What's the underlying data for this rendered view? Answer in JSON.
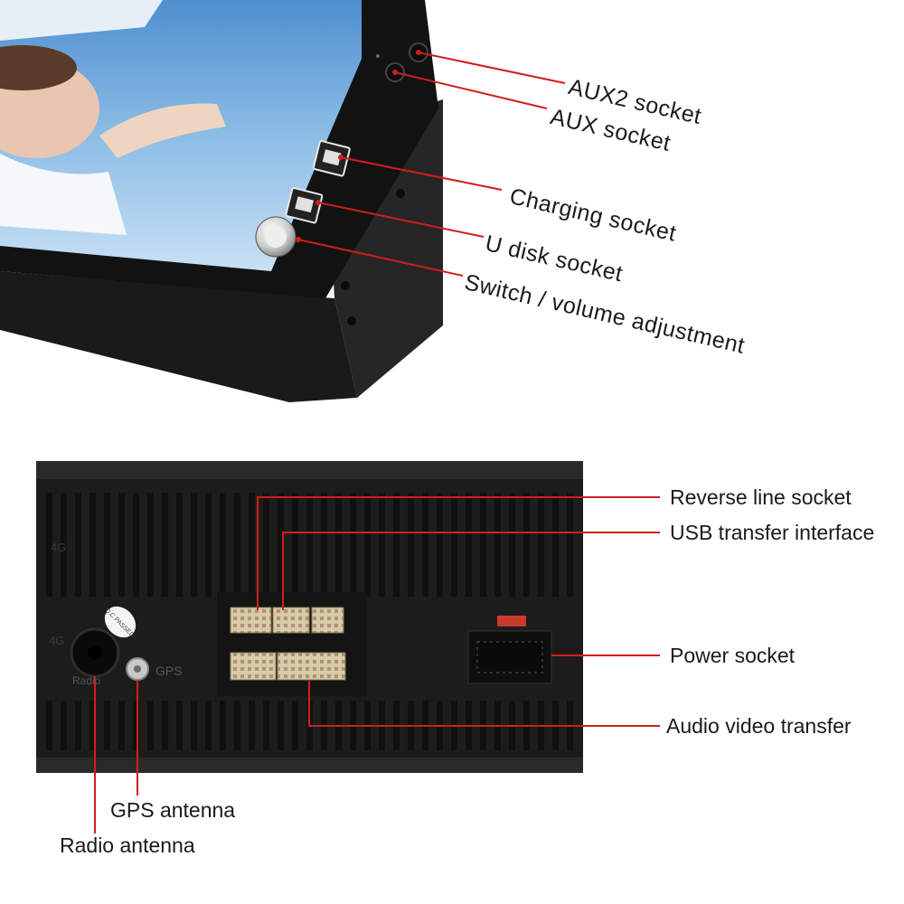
{
  "front_labels": {
    "aux2": "AUX2 socket",
    "aux": "AUX socket",
    "charging": "Charging socket",
    "udisk": "U disk socket",
    "switch": "Switch / volume adjustment"
  },
  "rear_labels": {
    "reverse": "Reverse line socket",
    "usb_transfer": "USB transfer interface",
    "power": "Power socket",
    "av_transfer": "Audio video transfer",
    "gps_antenna": "GPS antenna",
    "radio_antenna": "Radio antenna"
  },
  "device_markings": {
    "qc_stamp": "Q.C PASSED",
    "gps_port": "GPS",
    "radio_port": "Radio",
    "fourg_top": "4G",
    "fourg_bottom": "4G"
  },
  "colors": {
    "callout_line": "#d11d1d",
    "device_body": "#1c1c1c",
    "connector": "#d8c9a8"
  }
}
